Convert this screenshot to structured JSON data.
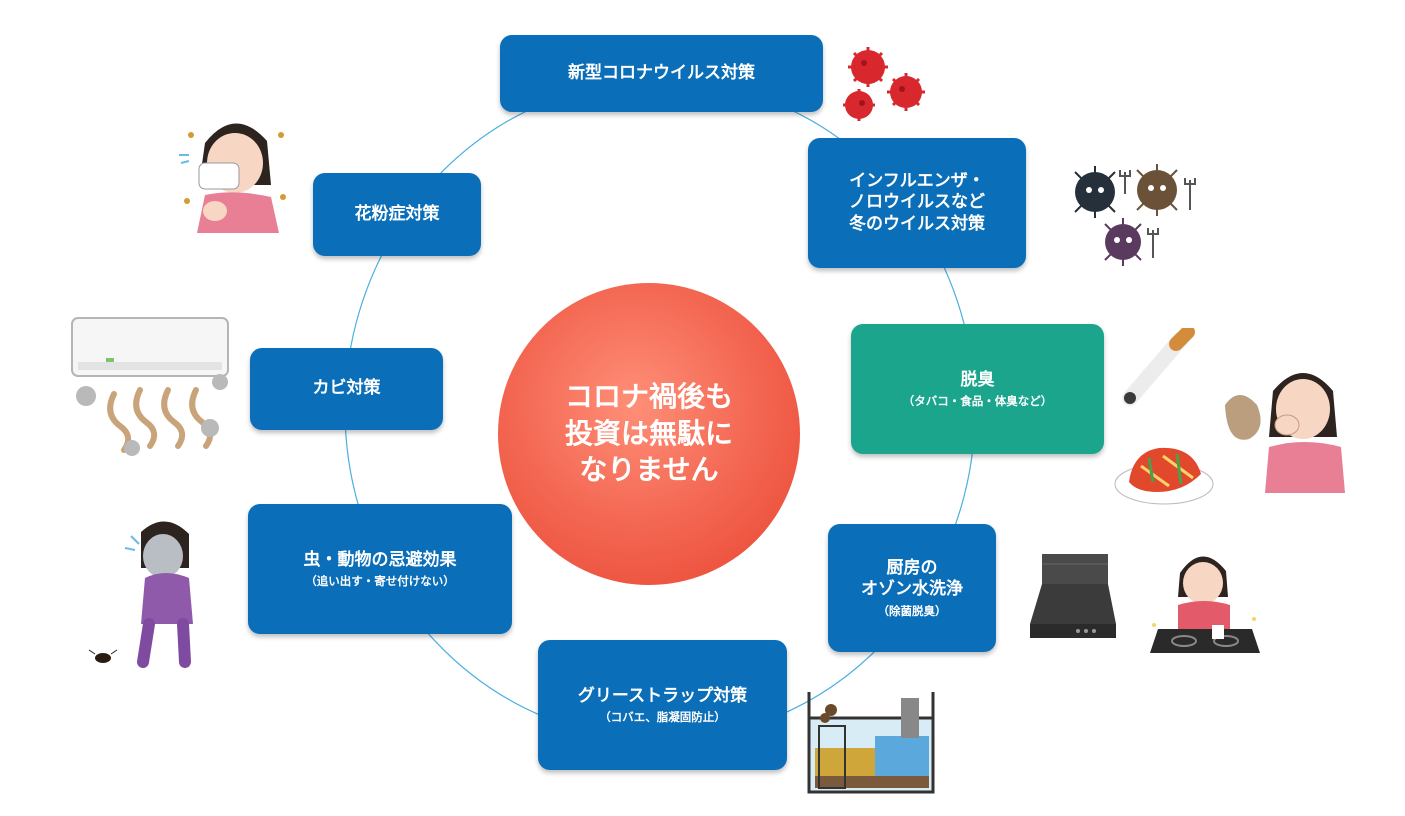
{
  "center": {
    "line1": "コロナ禍後も",
    "line2": "投資は無駄に",
    "line3": "なりません"
  },
  "nodes": {
    "corona": {
      "title": "新型コロナウイルス対策"
    },
    "winter": {
      "line1": "インフルエンザ・",
      "line2": "ノロウイルスなど",
      "line3": "冬のウイルス対策"
    },
    "deodor": {
      "title": "脱臭",
      "sub": "（タバコ・食品・体臭など）"
    },
    "kitchen": {
      "line1": "厨房の",
      "line2": "オゾン水洗浄",
      "sub": "（除菌脱臭）"
    },
    "grease": {
      "title": "グリーストラップ対策",
      "sub": "（コバエ、脂凝固防止）"
    },
    "insect": {
      "title": "虫・動物の忌避効果",
      "sub": "（追い出す・寄せ付けない）"
    },
    "mold": {
      "title": "カビ対策"
    },
    "pollen": {
      "title": "花粉症対策"
    }
  },
  "colors": {
    "box_blue": "#0a6eb8",
    "box_green": "#1aa58c",
    "center_red": "#f46a55",
    "ring": "#4ab0e0"
  },
  "illustrations": [
    "covid-virus",
    "flu-viruses",
    "allergy-woman-mask",
    "air-conditioner-mold",
    "cigarette",
    "smelly-woman",
    "kimchi",
    "range-hood",
    "woman-cleaning-stove",
    "grease-trap",
    "scared-woman-cockroach"
  ]
}
